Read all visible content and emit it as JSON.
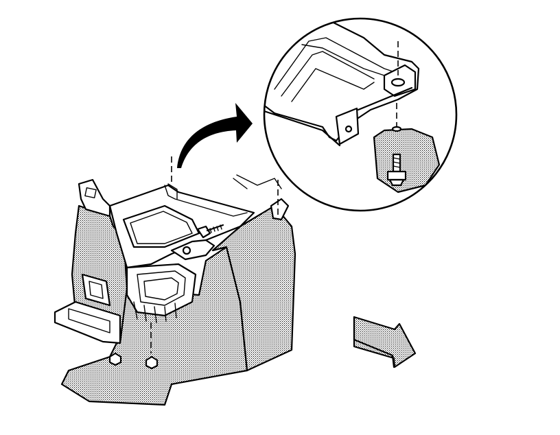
{
  "illustration": {
    "colors": {
      "line": "#000000",
      "background": "#ffffff",
      "shading": "#000000"
    },
    "parts": [
      {
        "name": "console-body"
      },
      {
        "name": "console-bracket"
      },
      {
        "name": "detail-magnifier"
      },
      {
        "name": "callout-arrow"
      },
      {
        "name": "front-direction-arrow"
      },
      {
        "name": "bolt"
      }
    ]
  }
}
